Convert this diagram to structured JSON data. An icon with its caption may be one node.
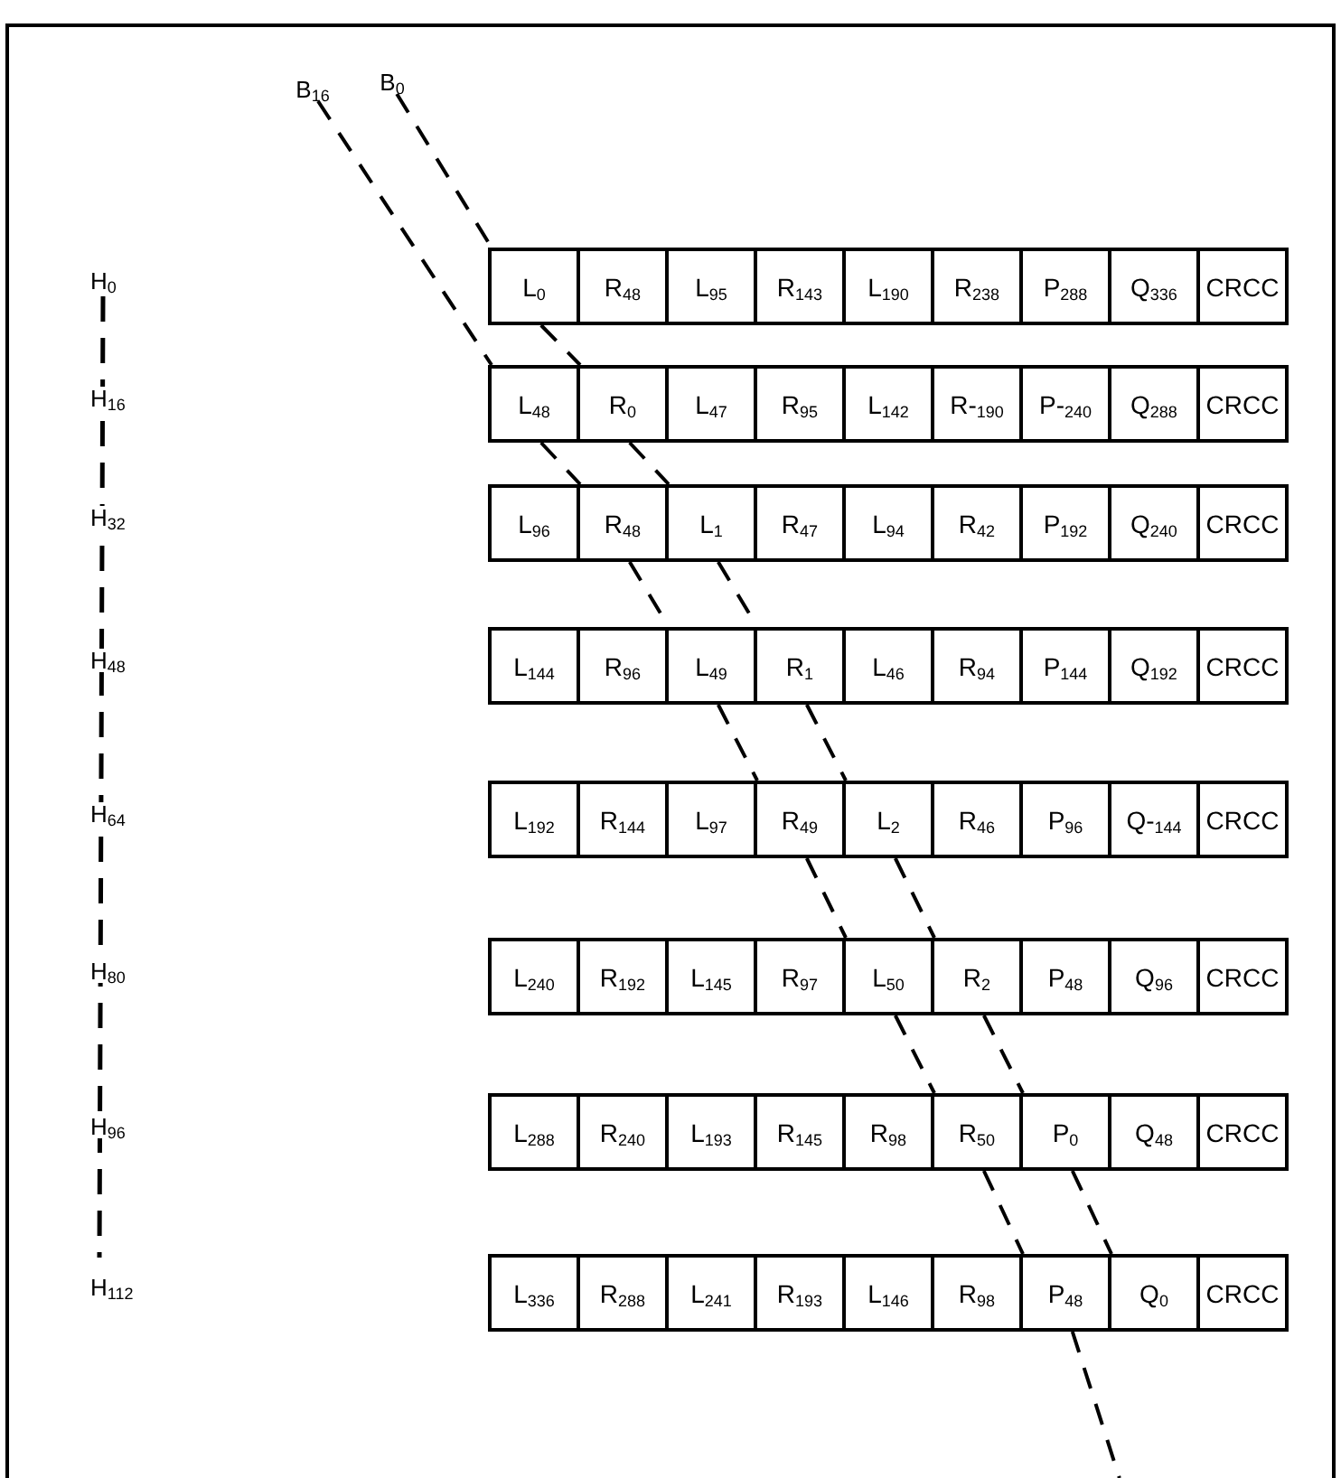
{
  "diagram": {
    "nodes": [
      {
        "text": [
          "B$_{16}$"
        ]
      },
      {
        "text": [
          "B$_{0}$"
        ]
      },
      {
        "text": [
          "L$_{0}$"
        ]
      },
      {
        "text": [
          "R$_{48}$"
        ]
      },
      {
        "text": [
          "L$_{95}$"
        ]
      },
      {
        "text": [
          "R$_{143}$"
        ]
      },
      {
        "text": [
          "L$_{190}$"
        ]
      },
      {
        "text": [
          "R$_{238}$"
        ]
      },
      {
        "text": [
          "P$_{288}$"
        ]
      },
      {
        "text": [
          "Q$_{336}$"
        ]
      },
      {
        "text": [
          "CRCC"
        ]
      },
      {
        "text": [
          "L$_{48}$"
        ]
      },
      {
        "text": [
          "R$_{0}$"
        ]
      },
      {
        "text": [
          "L$_{47}$"
        ]
      },
      {
        "text": [
          "R$_{95}$"
        ]
      },
      {
        "text": [
          "L$_{142}$"
        ]
      },
      {
        "text": [
          "R-$_{190}$"
        ]
      },
      {
        "text": [
          "P-$_{240}$"
        ]
      },
      {
        "text": [
          "Q$_{288}$"
        ]
      },
      {
        "text": [
          "CRCC"
        ]
      },
      {
        "text": [
          "L$_{96}$"
        ]
      },
      {
        "text": [
          "R$_{48}$"
        ]
      },
      {
        "text": [
          "L$_{1}$"
        ]
      },
      {
        "text": [
          "R$_{47}$"
        ]
      },
      {
        "text": [
          "L$_{94}$"
        ]
      },
      {
        "text": [
          "R$_{42}$"
        ]
      },
      {
        "text": [
          "P$_{192}$"
        ]
      },
      {
        "text": [
          "Q$_{240}$"
        ]
      },
      {
        "text": [
          "CRCC"
        ]
      },
      {
        "text": [
          "L$_{144}$"
        ]
      },
      {
        "text": [
          "R$_{96}$"
        ]
      },
      {
        "text": [
          "L$_{49}$"
        ]
      },
      {
        "text": [
          "R$_{1}$"
        ]
      },
      {
        "text": [
          "L$_{46}$"
        ]
      },
      {
        "text": [
          "R$_{94}$"
        ]
      },
      {
        "text": [
          "P$_{144}$"
        ]
      },
      {
        "text": [
          "Q$_{192}$"
        ]
      },
      {
        "text": [
          "CRCC"
        ]
      },
      {
        "text": [
          "L$_{192}$"
        ]
      },
      {
        "text": [
          "R$_{144}$"
        ]
      },
      {
        "text": [
          "L$_{97}$"
        ]
      },
      {
        "text": [
          "R$_{49}$"
        ]
      },
      {
        "text": [
          "L$_{2}$"
        ]
      },
      {
        "text": [
          "R$_{46}$"
        ]
      },
      {
        "text": [
          "P$_{96}$"
        ]
      },
      {
        "text": [
          "Q-$_{144}$"
        ]
      },
      {
        "text": [
          "CRCC"
        ]
      },
      {
        "text": [
          "L$_{240}$"
        ]
      },
      {
        "text": [
          "R$_{192}$"
        ]
      },
      {
        "text": [
          "L$_{145}$"
        ]
      },
      {
        "text": [
          "R$_{97}$"
        ]
      },
      {
        "text": [
          "L$_{50}$"
        ]
      },
      {
        "text": [
          "R$_{2}$"
        ]
      },
      {
        "text": [
          "P$_{48}$"
        ]
      },
      {
        "text": [
          "Q$_{96}$"
        ]
      },
      {
        "text": [
          "CRCC"
        ]
      },
      {
        "text": [
          "L$_{288}$"
        ]
      },
      {
        "text": [
          "R$_{240}$"
        ]
      },
      {
        "text": [
          "L$_{193}$"
        ]
      },
      {
        "text": [
          "R$_{145}$"
        ]
      },
      {
        "text": [
          "R$_{98}$"
        ]
      },
      {
        "text": [
          "R$_{50}$"
        ]
      },
      {
        "text": [
          "P$_{0}$"
        ]
      },
      {
        "text": [
          "Q$_{48}$"
        ]
      },
      {
        "text": [
          "CRCC"
        ]
      },
      {
        "text": [
          "L$_{336}$"
        ]
      },
      {
        "text": [
          "R$_{288}$"
        ]
      },
      {
        "text": [
          "L$_{241}$"
        ]
      },
      {
        "text": [
          "R$_{193}$"
        ]
      },
      {
        "text": [
          "L$_{146}$"
        ]
      },
      {
        "text": [
          "R$_{98}$"
        ]
      },
      {
        "text": [
          "P$_{48}$"
        ]
      },
      {
        "text": [
          "Q$_{0}$"
        ]
      },
      {
        "text": [
          "CRCC"
        ]
      }
    ],
    "edges": [
      {
        "from": 1,
        "to": 2,
        "arrow": "none",
        "style": "dashed"
      },
      {
        "from": 2,
        "to": 12,
        "arrow": "none",
        "style": "dashed"
      },
      {
        "from": 12,
        "to": 22,
        "arrow": "none",
        "style": "dashed"
      },
      {
        "from": 22,
        "to": 32,
        "arrow": "none",
        "style": "dashed"
      },
      {
        "from": 32,
        "to": 42,
        "arrow": "none",
        "style": "dashed"
      },
      {
        "from": 42,
        "to": 52,
        "arrow": "none",
        "style": "dashed"
      },
      {
        "from": 52,
        "to": 62,
        "arrow": "none",
        "style": "dashed"
      },
      {
        "from": 62,
        "to": 72,
        "arrow": "none",
        "style": "dashed"
      },
      {
        "from": 0,
        "to": 11,
        "arrow": "none",
        "style": "dashed"
      },
      {
        "from": 11,
        "to": 21,
        "arrow": "none",
        "style": "dashed"
      },
      {
        "from": 21,
        "to": 31,
        "arrow": "none",
        "style": "dashed"
      },
      {
        "from": 31,
        "to": 41,
        "arrow": "none",
        "style": "dashed"
      },
      {
        "from": 41,
        "to": 51,
        "arrow": "none",
        "style": "dashed"
      },
      {
        "from": 51,
        "to": 61,
        "arrow": "none",
        "style": "dashed"
      },
      {
        "from": 61,
        "to": 71,
        "arrow": "none",
        "style": "dashed"
      },
      {
        "from": 71,
        "to": null,
        "arrow": "none",
        "style": "dashed"
      }
    ],
    "labels": [
      "H$_{0}$",
      "H$_{16}$",
      "H$_{32}$",
      "H$_{48}$",
      "H$_{64}$",
      "H$_{80}$",
      "H$_{96}$",
      "H$_{112}$"
    ]
  }
}
